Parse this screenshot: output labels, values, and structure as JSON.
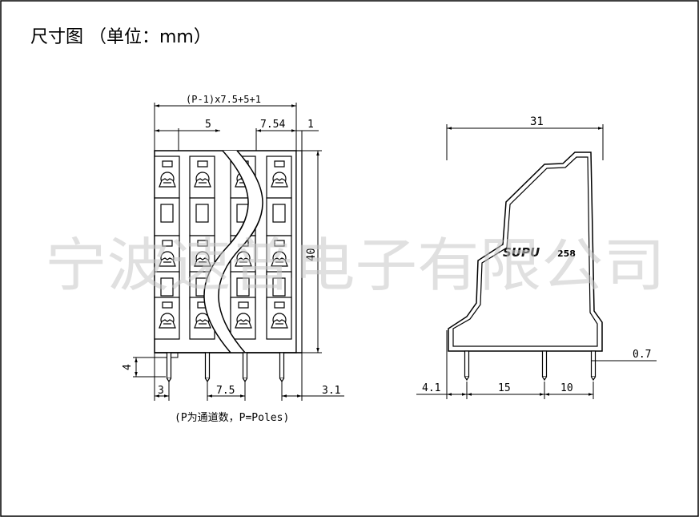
{
  "heading": "尺寸图 （单位：mm）",
  "watermark": "宁波速普电子有限公司",
  "front_view": {
    "dim_top": "(P-1)x7.5+5+1",
    "dim_5": "5",
    "dim_754": "7.54",
    "dim_1": "1",
    "dim_40": "40",
    "dim_4": "4",
    "dim_3": "3",
    "dim_75": "7.5",
    "dim_31_bottom": "3.1",
    "note": "(P为通道数，P=Poles)"
  },
  "side_view": {
    "dim_31": "31",
    "brand": "SUPU",
    "model": "258",
    "dim_07": "0.7",
    "dim_41": "4.1",
    "dim_15": "15",
    "dim_10": "10"
  },
  "colors": {
    "line": "#000000",
    "watermark": "#c8c8c8",
    "background": "#ffffff"
  }
}
